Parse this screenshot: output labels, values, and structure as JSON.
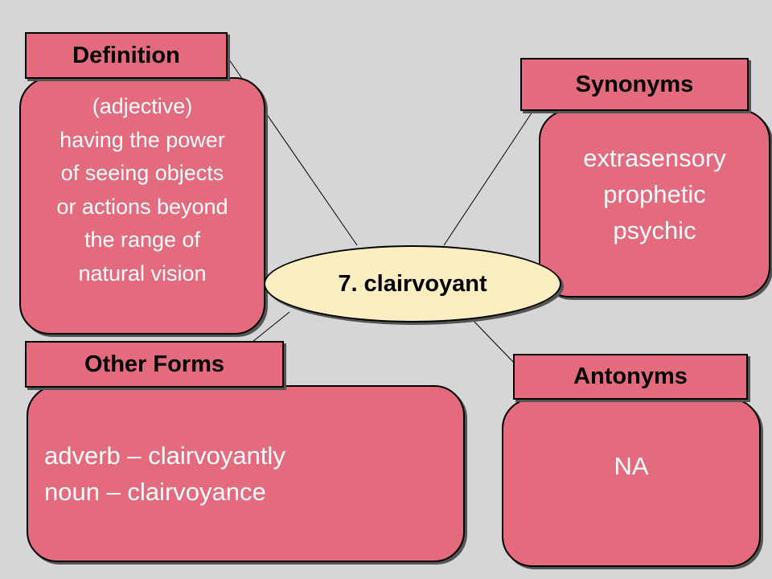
{
  "center": {
    "term": "7. clairvoyant"
  },
  "definition": {
    "heading": "Definition",
    "lines": [
      "(adjective)",
      "having the power",
      "of seeing objects",
      "or actions beyond",
      "the range of",
      "natural vision"
    ]
  },
  "synonyms": {
    "heading": "Synonyms",
    "lines": [
      "extrasensory",
      "prophetic",
      "psychic"
    ]
  },
  "other_forms": {
    "heading": "Other Forms",
    "lines": [
      "adverb – clairvoyantly",
      "noun – clairvoyance"
    ]
  },
  "antonyms": {
    "heading": "Antonyms",
    "lines": [
      "NA"
    ]
  },
  "colors": {
    "background": "#d6d6d8",
    "box_fill": "#e46a7d",
    "center_fill": "#fdeec2",
    "box_text": "#ffffff",
    "heading_text": "#000000"
  }
}
